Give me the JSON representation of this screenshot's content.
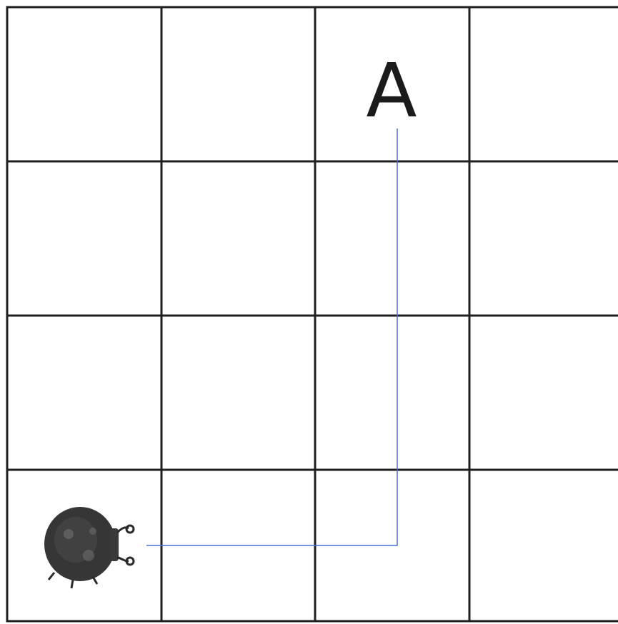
{
  "grid": {
    "rows": 4,
    "cols": 4,
    "line_color": "#1f1f1f",
    "background": "#ffffff"
  },
  "target_label": {
    "text": "A",
    "row": 0,
    "col": 2
  },
  "bug": {
    "icon": "ladybug-icon",
    "row": 3,
    "col": 0,
    "facing": "right",
    "color": "#2b2b2b"
  },
  "route": {
    "color": "#4a6fd6",
    "steps": [
      "right",
      "right",
      "up",
      "up",
      "up"
    ]
  }
}
